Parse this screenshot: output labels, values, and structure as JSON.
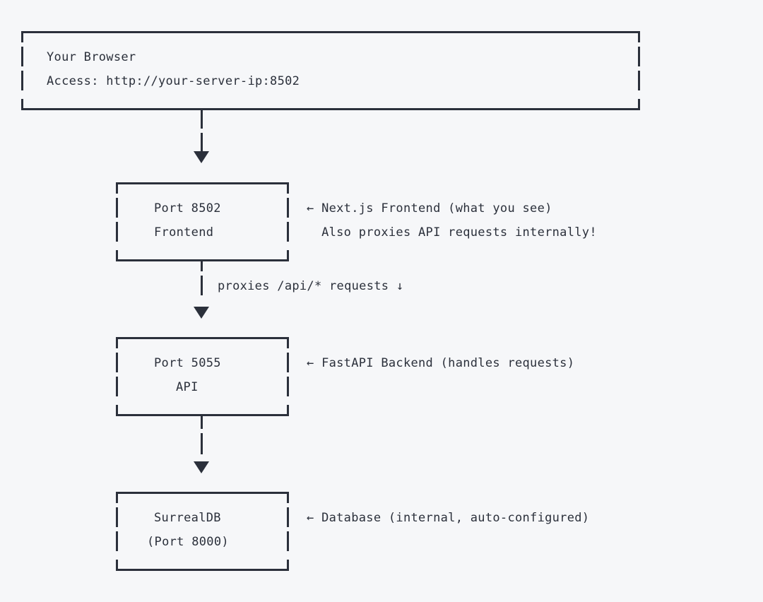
{
  "diagram": {
    "title": "Service architecture / port routing diagram",
    "style": "ascii-art monospace flowchart",
    "colors": {
      "background": "#f6f7f9",
      "ink": "#2b303b"
    },
    "nodes": [
      {
        "id": "browser",
        "lines": [
          "Your Browser",
          "Access: http://your-server-ip:8502"
        ],
        "annotation": ""
      },
      {
        "id": "frontend",
        "lines": [
          "Port 8502",
          "Frontend"
        ],
        "annotation_lines": [
          "← Next.js Frontend (what you see)",
          "  Also proxies API requests internally!"
        ]
      },
      {
        "id": "api",
        "lines": [
          "Port 5055",
          "API"
        ],
        "annotation_lines": [
          "← FastAPI Backend (handles requests)"
        ]
      },
      {
        "id": "database",
        "lines": [
          "SurrealDB",
          "(Port 8000)"
        ],
        "annotation_lines": [
          "← Database (internal, auto-configured)"
        ]
      }
    ],
    "connectors": [
      {
        "id": "browser-to-frontend",
        "label": "",
        "arrow": "▼"
      },
      {
        "id": "frontend-to-api",
        "label": "proxies /api/* requests ↓",
        "arrow": "▼"
      },
      {
        "id": "api-to-database",
        "label": "",
        "arrow": "▼"
      }
    ]
  }
}
